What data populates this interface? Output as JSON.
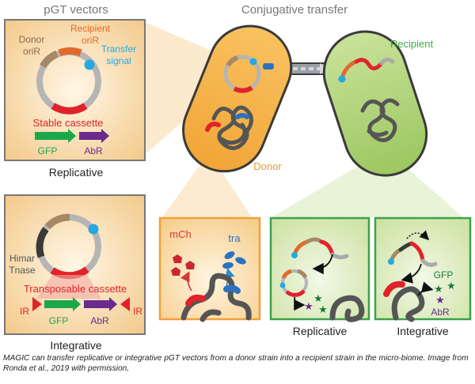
{
  "header": {
    "vectors_title": "pGT vectors",
    "transfer_title": "Conjugative transfer"
  },
  "replicative_panel": {
    "recipient_oriR": "Recipient\noriR",
    "recipient_line1": "Recipient",
    "recipient_line2": "oriR",
    "donor_line1": "Donor",
    "donor_line2": "oriR",
    "transfer_line1": "Transfer",
    "transfer_line2": "signal",
    "stable_cassette": "Stable cassette",
    "gfp": "GFP",
    "abr": "AbR",
    "caption": "Replicative"
  },
  "integrative_panel": {
    "himar_line1": "Himar",
    "himar_line2": "Tnase",
    "transposable_cassette": "Transposable cassette",
    "ir_left": "IR",
    "gfp": "GFP",
    "abr": "AbR",
    "ir_right": "IR",
    "caption": "Integrative"
  },
  "cells": {
    "donor_label": "Donor",
    "recipient_label": "Recipient"
  },
  "donor_zoom": {
    "mch": "mCh",
    "tra": "tra"
  },
  "recipient_zooms": {
    "replicative_caption": "Replicative",
    "integrative_caption": "Integrative",
    "gfp": "GFP",
    "abr": "AbR"
  },
  "figure_caption": "MAGIC can transfer replicative or integrative pGT vectors from a donor strain into a recipient strain in the micro-biome. Image from Ronda et al., 2019 with permission,",
  "colors": {
    "orange_fill": "#f6b24a",
    "green_fill": "#a9cf6f",
    "red": "#e0232b",
    "blue": "#25a9e0",
    "green_arrow": "#1aa84a",
    "purple_arrow": "#6a2a8e",
    "grey": "#555555"
  }
}
